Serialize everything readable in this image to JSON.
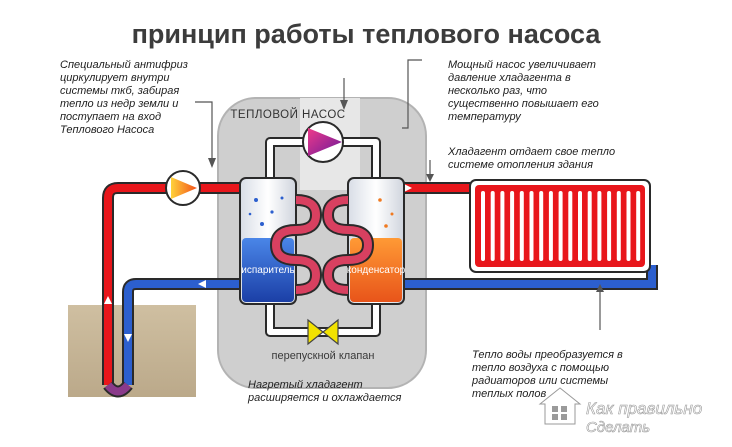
{
  "title": "принцип работы теплового насоса",
  "notes": {
    "antifreeze": [
      "Специальный антифриз",
      "циркулирует внутри",
      "системы ткб, забирая",
      "тепло из недр земли и",
      "поступает на вход",
      "Теплового Насоса"
    ],
    "pump": [
      "Мощный насос увеличивает",
      "давление хладагента в",
      "несколько раз, что",
      "существенно повышает его",
      "температуру"
    ],
    "heat_release": [
      "Хладагент отдает свое тепло",
      "системе отопления здания"
    ],
    "expansion": [
      "Нагретый хладагент",
      "расширяется и охлаждается"
    ],
    "radiators": [
      "Тепло воды преобразуется в",
      "тепло воздуха  с помощью",
      "радиаторов или системы",
      "теплых полов"
    ]
  },
  "labels": {
    "unit": "ТЕПЛОВОЙ НАСОС",
    "evaporator": "испаритель",
    "condenser": "конденсатор",
    "valve": "перепускной клапан"
  },
  "logo": {
    "line1": "Как правильно",
    "line2": "Сделать"
  },
  "colors": {
    "hot": "#e8161b",
    "cold": "#2c5fce",
    "unit_body": "#cfcfcf",
    "earth": "#c7b79a",
    "valve": "#f2e200",
    "evaporator_liquid": "#2c5fce",
    "condenser_liquid": "#f07a21"
  }
}
